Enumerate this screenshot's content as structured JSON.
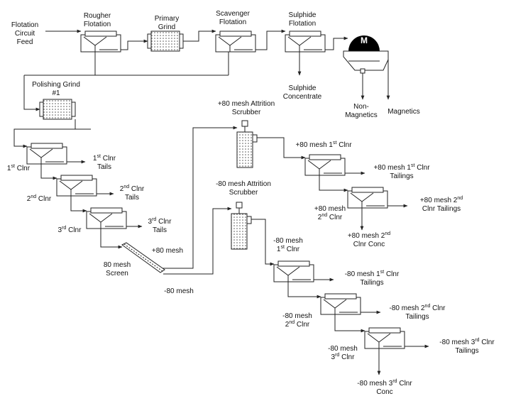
{
  "labels": {
    "feed": [
      "Flotation",
      "Circuit",
      "Feed"
    ],
    "rougher": [
      "Rougher",
      "Flotation"
    ],
    "primary_grind": [
      "Primary",
      "Grind"
    ],
    "scavenger": [
      "Scavenger",
      "Flotation"
    ],
    "sulphide_flotation": [
      "Sulphide",
      "Flotation"
    ],
    "magnet_letter": "M",
    "sulphide_concentrate": [
      "Sulphide",
      "Concentrate"
    ],
    "non_magnetics": [
      "Non-",
      "Magnetics"
    ],
    "magnetics": "Magnetics",
    "polishing_grind": [
      "Polishing Grind",
      "#1"
    ],
    "cleaner1": {
      "pre": "1",
      "sup": "st",
      "post": " Clnr"
    },
    "cleaner1_tails": {
      "pre": "1",
      "sup": "st",
      "post": " Clnr",
      "line2": "Tails"
    },
    "cleaner2": {
      "pre": "2",
      "sup": "nd",
      "post": " Clnr"
    },
    "cleaner2_tails": {
      "pre": "2",
      "sup": "nd",
      "post": " Clnr",
      "line2": "Tails"
    },
    "cleaner3": {
      "pre": "3",
      "sup": "rd",
      "post": " Clnr"
    },
    "cleaner3_tails": {
      "pre": "3",
      "sup": "rd",
      "post": " Clnr",
      "line2": "Tails"
    },
    "plus80_stream": "+80 mesh",
    "screen": [
      "80 mesh",
      "Screen"
    ],
    "minus80_stream": "-80 mesh",
    "plus80_scrubber": [
      "+80 mesh Attrition",
      "Scrubber"
    ],
    "minus80_scrubber": [
      "-80 mesh Attrition",
      "Scrubber"
    ],
    "plus80_c1": {
      "pre": "+80 mesh 1",
      "sup": "st",
      "post": " Clnr"
    },
    "plus80_c1_tailings": {
      "pre": "+80 mesh 1",
      "sup": "st",
      "post": " Clnr",
      "line2": "Tailings"
    },
    "plus80_c2": {
      "line1": "+80 mesh",
      "pre": "2",
      "sup": "nd",
      "post": " Clnr"
    },
    "plus80_c2_tailings": {
      "pre": "+80 mesh 2",
      "sup": "nd",
      "post": "",
      "line2": "Clnr Tailings"
    },
    "plus80_c2_conc": {
      "pre": "+80 mesh 2",
      "sup": "nd",
      "post": "",
      "line2": "Clnr Conc"
    },
    "minus80_c1": {
      "line1": "-80 mesh",
      "pre": "1",
      "sup": "st",
      "post": " Clnr"
    },
    "minus80_c1_tailings": {
      "pre": "-80 mesh 1",
      "sup": "st",
      "post": " Clnr",
      "line2": "Tailings"
    },
    "minus80_c2": {
      "line1": "-80 mesh",
      "pre": "2",
      "sup": "nd",
      "post": " Clnr"
    },
    "minus80_c2_tailings": {
      "pre": "-80 mesh 2",
      "sup": "nd",
      "post": " Clnr",
      "line2": "Tailings"
    },
    "minus80_c3": {
      "line1": "-80 mesh",
      "pre": "3",
      "sup": "rd",
      "post": " Clnr"
    },
    "minus80_c3_tailings": {
      "pre": "-80 mesh 3",
      "sup": "rd",
      "post": " Clnr",
      "line2": "Tailings"
    },
    "minus80_c3_conc": {
      "pre": "-80 mesh 3",
      "sup": "rd",
      "post": " Clnr",
      "line2": "Conc"
    }
  }
}
